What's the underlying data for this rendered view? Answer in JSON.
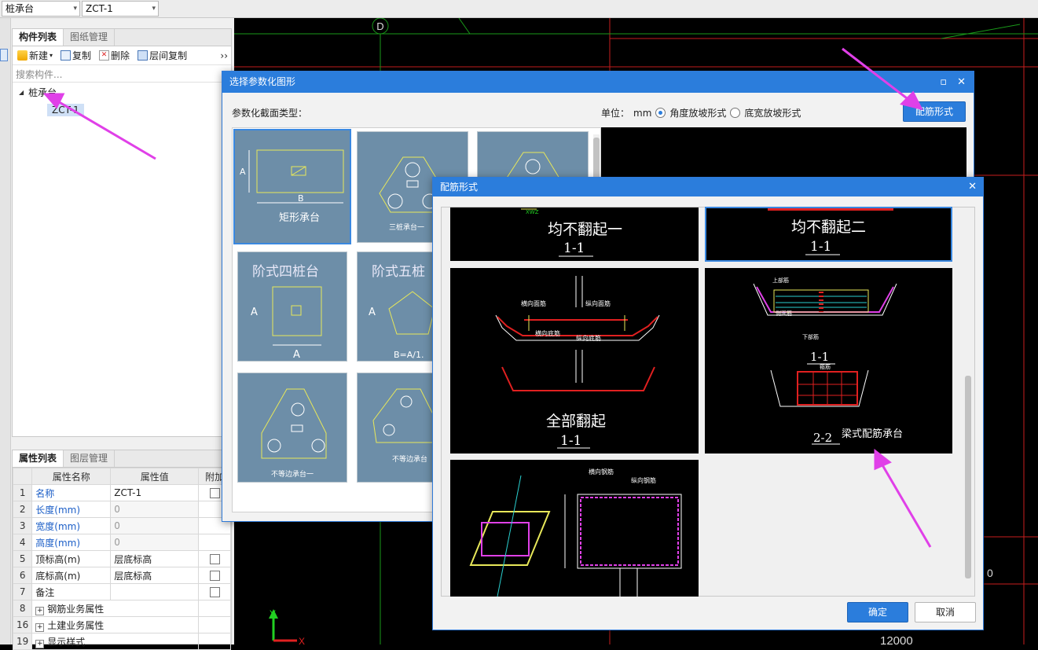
{
  "topbar": {
    "type_combo": "桩承台",
    "name_combo": "ZCT-1"
  },
  "component_panel": {
    "tabs": [
      "构件列表",
      "图纸管理"
    ],
    "toolbar": {
      "new": "新建",
      "copy": "复制",
      "delete": "删除",
      "floor_copy": "层间复制",
      "more": "››"
    },
    "search_placeholder": "搜索构件...",
    "tree": {
      "root": "桩承台",
      "child": "ZCT-1"
    }
  },
  "property_panel": {
    "tabs": [
      "属性列表",
      "图层管理"
    ],
    "headers": {
      "name": "属性名称",
      "value": "属性值",
      "extra": "附加"
    },
    "rows": [
      {
        "no": "1",
        "name": "名称",
        "value": "ZCT-1"
      },
      {
        "no": "2",
        "name": "长度(mm)",
        "value": "0"
      },
      {
        "no": "3",
        "name": "宽度(mm)",
        "value": "0"
      },
      {
        "no": "4",
        "name": "高度(mm)",
        "value": "0"
      },
      {
        "no": "5",
        "name": "顶标高(m)",
        "value": "层底标高"
      },
      {
        "no": "6",
        "name": "底标高(m)",
        "value": "层底标高"
      },
      {
        "no": "7",
        "name": "备注",
        "value": ""
      },
      {
        "no": "8",
        "name": "钢筋业务属性",
        "value": ""
      },
      {
        "no": "16",
        "name": "土建业务属性",
        "value": ""
      },
      {
        "no": "19",
        "name": "显示样式",
        "value": ""
      }
    ]
  },
  "canvas": {
    "axis_label": "D",
    "dim_text": "12000",
    "edge_num": "0",
    "axis_y": "Y",
    "axis_x": "X"
  },
  "param_dialog": {
    "title": "选择参数化图形",
    "section_label": "参数化截面类型：",
    "unit_label": "单位：",
    "unit_value": "mm",
    "radio_angle": "角度放坡形式",
    "radio_width": "底宽放坡形式",
    "rebar_button": "配筋形式",
    "thumbs": {
      "rect": "矩形承台",
      "rect_a": "A",
      "rect_b": "B",
      "three_pile": "三桩承台一",
      "step4": "阶式四桩台",
      "step4_a": "A",
      "step5": "阶式五桩",
      "step5_a": "A",
      "step5_b": "B=A/1.",
      "uneq1": "不等边承台一",
      "uneq2": "不等边承台"
    }
  },
  "rebar_dialog": {
    "title": "配筋形式",
    "ok": "确定",
    "cancel": "取消",
    "items": {
      "a_title": "均不翻起一",
      "a_sec": "1-1",
      "b_title": "均不翻起二",
      "b_sec": "1-1",
      "c_title": "全部翻起",
      "c_sec": "1-1",
      "c_lbl_top": "横向面筋",
      "c_lbl_top2": "纵向面筋",
      "c_lbl_bot": "横向底筋",
      "c_lbl_bot2": "纵向底筋",
      "d_title": "梁式配筋承台",
      "d_sec1": "1-1",
      "d_sec2": "2-2",
      "d_lbl1": "上部筋",
      "d_lbl2": "侧面筋",
      "d_lbl3": "下部筋",
      "d_lbl4": "箍筋",
      "e_lbl1": "横向钢筋",
      "e_lbl2": "纵向钢筋"
    }
  },
  "colors": {
    "dialog_blue": "#2b7ddc",
    "thumb_bg": "#6d8ea8",
    "annotation_arrow": "#e040e8",
    "cad_bg": "#000000"
  }
}
